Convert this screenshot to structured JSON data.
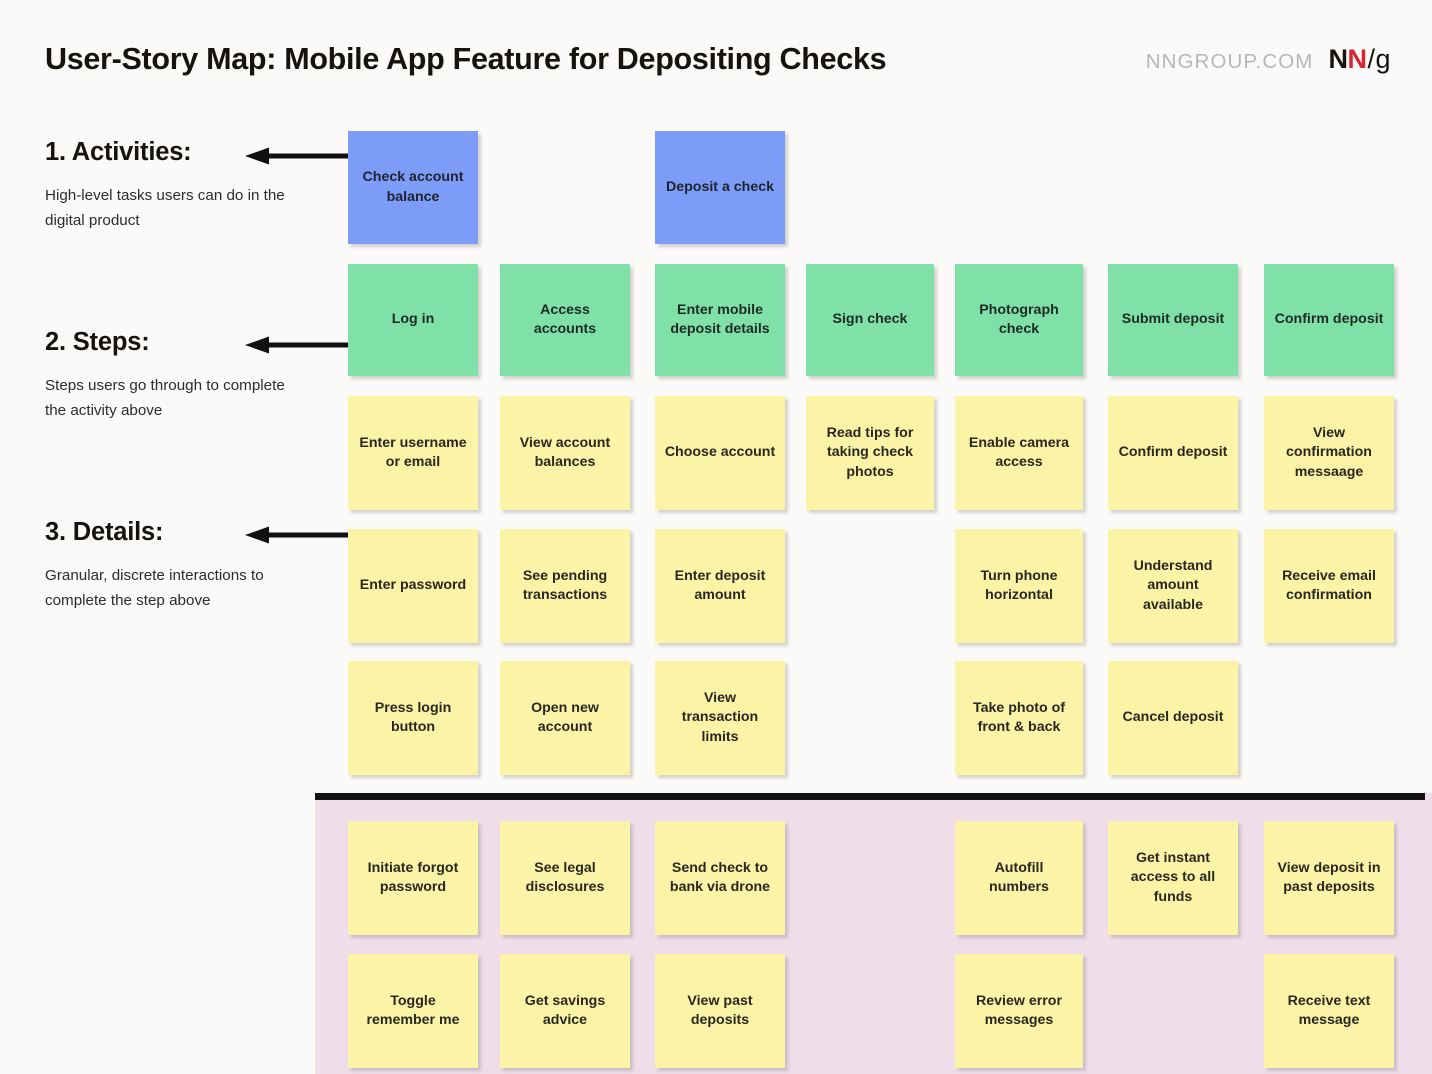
{
  "header": {
    "title": "User-Story Map: Mobile App Feature for Depositing Checks",
    "brand_url": "NNGROUP.COM",
    "logo": {
      "n1": "N",
      "n2": "N",
      "slash": "/",
      "g": "g"
    }
  },
  "colors": {
    "activity": "#7d9cf7",
    "step": "#7fe0a8",
    "detail": "#fbf3a6",
    "below_line_band": "#efdeea",
    "cut_line": "#141414",
    "background": "#fbfaf8",
    "brand_red": "#d9232e",
    "brand_gray": "#b9b7b5"
  },
  "legend": [
    {
      "title": "1. Activities:",
      "description": "High-level tasks users can do in the digital product"
    },
    {
      "title": "2. Steps:",
      "description": "Steps users go through to complete the activity above"
    },
    {
      "title": "3. Details:",
      "description": "Granular, discrete interactions to complete the step above"
    }
  ],
  "activities": [
    {
      "label": "Check account balance",
      "column": 1
    },
    {
      "label": "Deposit a check",
      "column": 3
    }
  ],
  "steps": [
    {
      "label": "Log in",
      "column": 1
    },
    {
      "label": "Access accounts",
      "column": 2
    },
    {
      "label": "Enter mobile deposit details",
      "column": 3
    },
    {
      "label": "Sign check",
      "column": 4
    },
    {
      "label": "Photograph check",
      "column": 5
    },
    {
      "label": "Submit deposit",
      "column": 6
    },
    {
      "label": "Confirm deposit",
      "column": 7
    }
  ],
  "details_rows": [
    [
      {
        "label": "Enter username or email",
        "column": 1
      },
      {
        "label": "View account balances",
        "column": 2
      },
      {
        "label": "Choose account",
        "column": 3
      },
      {
        "label": "Read tips for taking check photos",
        "column": 4
      },
      {
        "label": "Enable camera access",
        "column": 5
      },
      {
        "label": "Confirm deposit",
        "column": 6
      },
      {
        "label": "View confirmation messaage",
        "column": 7
      }
    ],
    [
      {
        "label": "Enter password",
        "column": 1
      },
      {
        "label": "See pending transactions",
        "column": 2
      },
      {
        "label": "Enter deposit amount",
        "column": 3
      },
      {
        "label": "Turn phone horizontal",
        "column": 5
      },
      {
        "label": "Understand amount available",
        "column": 6
      },
      {
        "label": "Receive email confirmation",
        "column": 7
      }
    ],
    [
      {
        "label": "Press login button",
        "column": 1
      },
      {
        "label": "Open new account",
        "column": 2
      },
      {
        "label": "View transaction limits",
        "column": 3
      },
      {
        "label": "Take photo of front & back",
        "column": 5
      },
      {
        "label": "Cancel deposit",
        "column": 6
      }
    ]
  ],
  "below_line_rows": [
    [
      {
        "label": "Initiate forgot password",
        "column": 1
      },
      {
        "label": "See legal disclosures",
        "column": 2
      },
      {
        "label": "Send check to bank via drone",
        "column": 3
      },
      {
        "label": "Autofill numbers",
        "column": 5
      },
      {
        "label": "Get instant access to all funds",
        "column": 6
      },
      {
        "label": "View deposit in past deposits",
        "column": 7
      }
    ],
    [
      {
        "label": "Toggle remember me",
        "column": 1
      },
      {
        "label": "Get savings advice",
        "column": 2
      },
      {
        "label": "View past deposits",
        "column": 3
      },
      {
        "label": "Review error messages",
        "column": 5
      },
      {
        "label": "Receive text message",
        "column": 7
      }
    ]
  ]
}
